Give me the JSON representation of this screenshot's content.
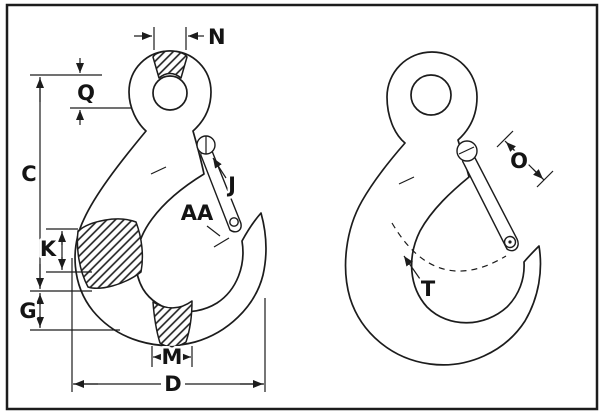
{
  "diagram": {
    "type": "technical-dimension-drawing",
    "subject": "eye sling hook with safety latch, front view and side view",
    "colors": {
      "background": "#ffffff",
      "line": "#1c1c1c"
    }
  },
  "left_view_labels": {
    "n": "N",
    "q": "Q",
    "c": "C",
    "k": "K",
    "g": "G",
    "m": "M",
    "d": "D",
    "aa": "AA",
    "j": "J"
  },
  "right_view_labels": {
    "o": "O",
    "t": "T"
  }
}
